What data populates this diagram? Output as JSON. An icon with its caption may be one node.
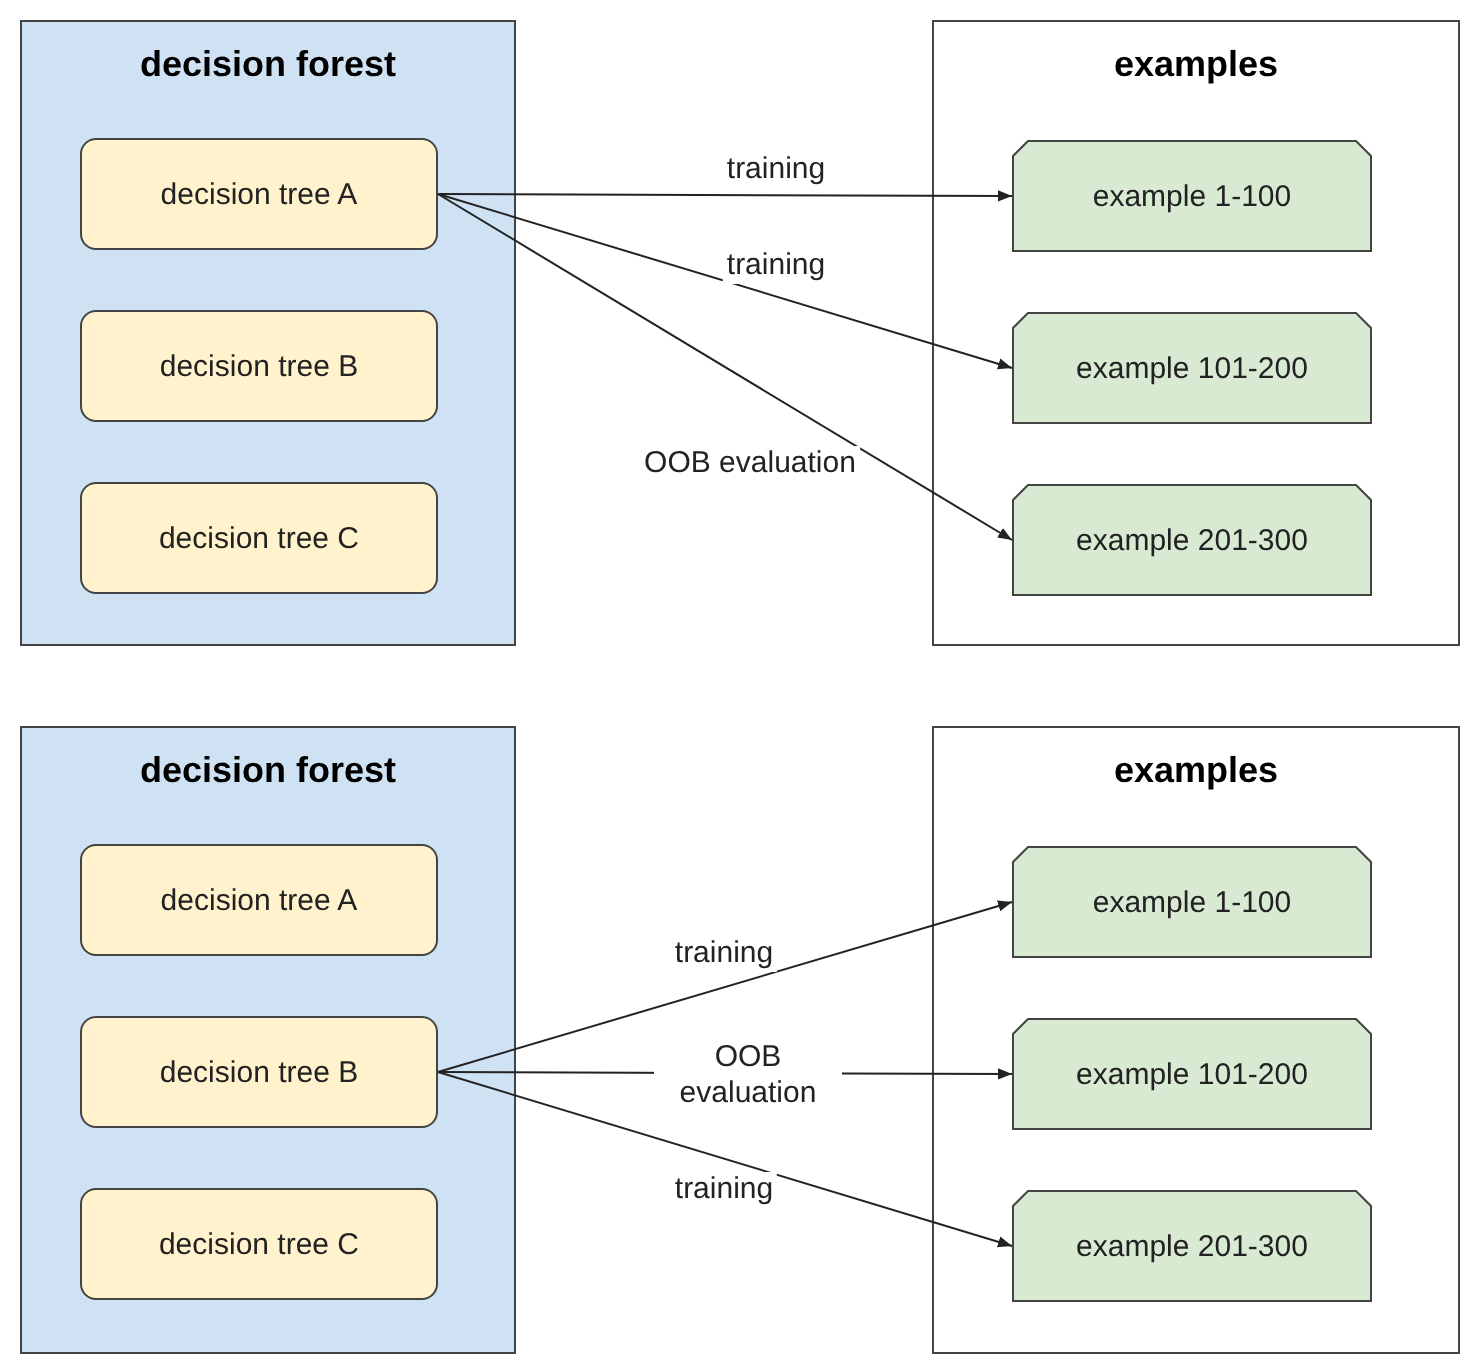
{
  "diagram": {
    "nodes": [
      {
        "text": [
          "decision forest"
        ]
      },
      {
        "text": [
          "decision tree A"
        ],
        "in": 0
      },
      {
        "text": [
          "decision tree B"
        ],
        "in": 0
      },
      {
        "text": [
          "decision tree C"
        ],
        "in": 0
      },
      {
        "text": [
          "examples"
        ]
      },
      {
        "text": [
          "example 1-100"
        ],
        "in": 4
      },
      {
        "text": [
          "example 101-200"
        ],
        "in": 4
      },
      {
        "text": [
          "example 201-300"
        ],
        "in": 4
      },
      {
        "text": [
          "decision forest"
        ]
      },
      {
        "text": [
          "decision tree A"
        ],
        "in": 8
      },
      {
        "text": [
          "decision tree B"
        ],
        "in": 8
      },
      {
        "text": [
          "decision tree C"
        ],
        "in": 8
      },
      {
        "text": [
          "examples"
        ]
      },
      {
        "text": [
          "example 1-100"
        ],
        "in": 12
      },
      {
        "text": [
          "example 101-200"
        ],
        "in": 12
      },
      {
        "text": [
          "example 201-300"
        ],
        "in": 12
      }
    ],
    "edges": [
      {
        "from": 1,
        "to": 5,
        "arrow": "to",
        "label": "training"
      },
      {
        "from": 1,
        "to": 6,
        "arrow": "to",
        "label": "training"
      },
      {
        "from": 1,
        "to": 7,
        "arrow": "to",
        "label": "OOB evaluation"
      },
      {
        "from": 10,
        "to": 13,
        "arrow": "to",
        "label": "training"
      },
      {
        "from": 10,
        "to": 14,
        "arrow": "to",
        "label": "OOB evaluation"
      },
      {
        "from": 10,
        "to": 15,
        "arrow": "to",
        "label": "training"
      }
    ]
  }
}
